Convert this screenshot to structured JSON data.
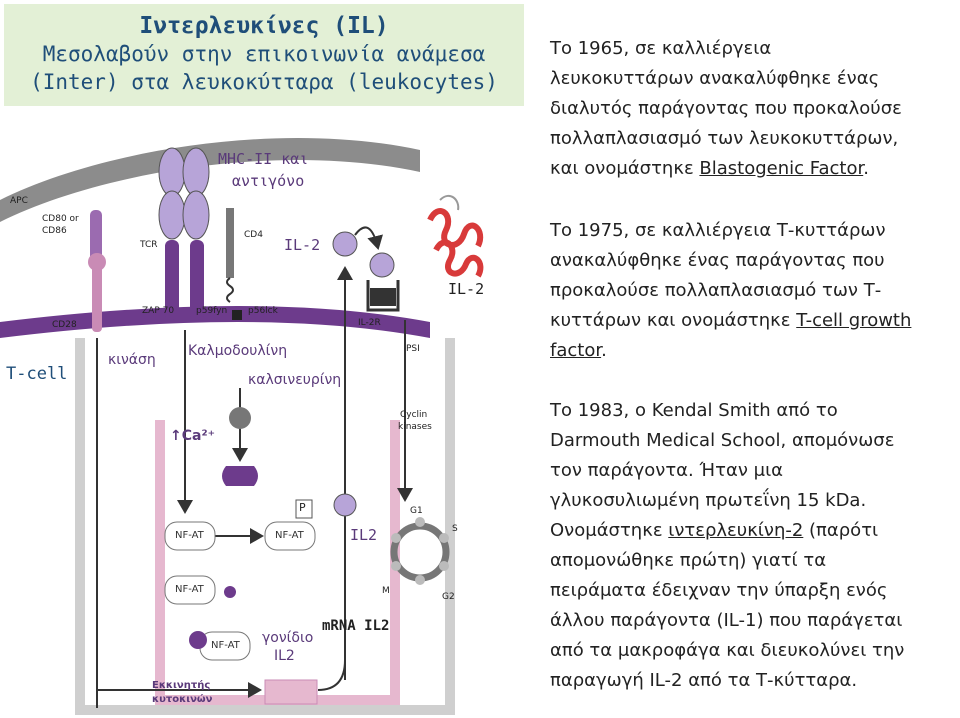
{
  "header": {
    "title": "Ιντερλευκίνες (IL)",
    "subtitle_line1": "Μεσολαβούν στην επικοινωνία ανάμεσα",
    "subtitle_line2": "(Inter) στα λευκοκύτταρα (leukocytes)"
  },
  "diagram": {
    "mhc_label_1": "MHC-II και",
    "mhc_label_2": "αντιγόνο",
    "apc": "APC",
    "cd80": "CD80 or",
    "cd86": "CD86",
    "tcr": "TCR",
    "cd4": "CD4",
    "il2_top": "IL-2",
    "il2_protein": "IL-2",
    "il2r": "IL-2R",
    "cd28": "CD28",
    "zap70": "ZAP 70",
    "p59": "p59fyn",
    "p56": "p56lck",
    "psi": "PSI",
    "tcell": "T-cell",
    "kinase": "κινάση",
    "calmodulin": "Καλμοδουλίνη",
    "calcineurin": "καλσινευρίνη",
    "cyclin_1": "Cyclin",
    "cyclin_2": "kinases",
    "ca": "Ca²⁺",
    "ca_arrow": "↑",
    "p": "P",
    "nfat_a": "NF-AT",
    "nfat_b": "NF-AT",
    "nfat_c": "NF-AT",
    "nfat_d": "NF-AT",
    "il2_mid": "IL2",
    "mrna": "mRNA IL2",
    "gene_1": "γονίδιο",
    "gene_2": "IL2",
    "secreting_1": "Εκκινητής",
    "secreting_2": "κυτοκινών",
    "g1": "G1",
    "s": "S",
    "m": "M",
    "g2": "G2"
  },
  "paragraphs": {
    "p1": {
      "lines": [
        "Το 1965, σε καλλιέργεια",
        "λευκοκυττάρων ανακαλύφθηκε ένας",
        "διαλυτός  παράγοντας που προκαλούσε",
        "πολλαπλασιασμό των λευκοκυττάρων,"
      ],
      "last_prefix": "και ονομάστηκε ",
      "last_link": "Blastogenic Factor",
      "last_suffix": "."
    },
    "p2": {
      "lines": [
        "Το 1975, σε καλλιέργεια Τ-κυττάρων",
        "ανακαλύφθηκε ένας παράγοντας που",
        "προκαλούσε πολλαπλασιασμό των Τ-"
      ],
      "line4_prefix": "κυττάρων και ονομάστηκε ",
      "line4_link": "T-cell growth",
      "line5_link": "factor",
      "line5_suffix": "."
    },
    "p3": {
      "lines": [
        "Το 1983, ο Kendal Smith από το",
        "Darmouth Medical School, απομόνωσε",
        "τον παράγοντα. Ήταν μια",
        "γλυκοσυλιωμένη πρωτεΐνη 15 kDa."
      ],
      "line5_prefix": "Ονομάστηκε ",
      "line5_link": "ιντερλευκίνη-2",
      "line5_suffix": " (παρότι",
      "lines_after": [
        "απομονώθηκε πρώτη) γιατί τα",
        "πειράματα έδειχναν την ύπαρξη ενός",
        "άλλου παράγοντα (IL-1) που παράγεται",
        "από τα μακροφάγα και διευκολύνει την",
        "παραγωγή IL-2 από τα Τ-κύτταρα."
      ]
    }
  },
  "colors": {
    "membrane_purple": "#6d3b8c",
    "apc_gray": "#8a8a8a",
    "receptor_pink": "#c98bb5",
    "ligand_lavender": "#b7a4d8",
    "nucleus_pink": "#e6b8cf",
    "title_blue": "#1f4e79",
    "title_bg": "#e3f0d6",
    "protein_red": "#d83a3a"
  }
}
